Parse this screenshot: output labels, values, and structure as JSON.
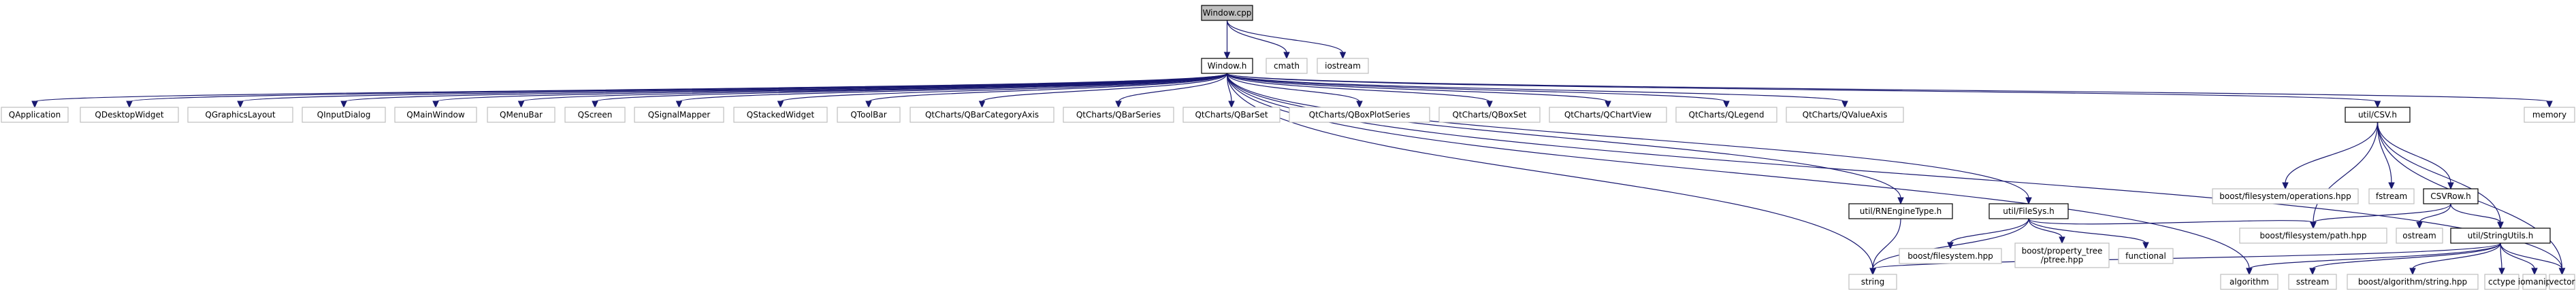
{
  "diagram": {
    "type": "include-dependency-graph",
    "colors": {
      "edge": "#191970",
      "root_fill": "#bfbfbf",
      "border_documented": "#000000",
      "border_external": "#bfbfbf"
    },
    "nodes": [
      {
        "id": "window_cpp",
        "label": [
          "Window.cpp"
        ],
        "kind": "root"
      },
      {
        "id": "window_h",
        "label": [
          "Window.h"
        ],
        "kind": "doc"
      },
      {
        "id": "cmath",
        "label": [
          "cmath"
        ],
        "kind": "ext"
      },
      {
        "id": "iostream",
        "label": [
          "iostream"
        ],
        "kind": "ext"
      },
      {
        "id": "qapplication",
        "label": [
          "QApplication"
        ],
        "kind": "ext"
      },
      {
        "id": "qdesktopwidget",
        "label": [
          "QDesktopWidget"
        ],
        "kind": "ext"
      },
      {
        "id": "qgraphicslayout",
        "label": [
          "QGraphicsLayout"
        ],
        "kind": "ext"
      },
      {
        "id": "qinputdialog",
        "label": [
          "QInputDialog"
        ],
        "kind": "ext"
      },
      {
        "id": "qmainwindow",
        "label": [
          "QMainWindow"
        ],
        "kind": "ext"
      },
      {
        "id": "qmenubar",
        "label": [
          "QMenuBar"
        ],
        "kind": "ext"
      },
      {
        "id": "qscreen",
        "label": [
          "QScreen"
        ],
        "kind": "ext"
      },
      {
        "id": "qsignalmapper",
        "label": [
          "QSignalMapper"
        ],
        "kind": "ext"
      },
      {
        "id": "qstackedwidget",
        "label": [
          "QStackedWidget"
        ],
        "kind": "ext"
      },
      {
        "id": "qtoolbar",
        "label": [
          "QToolBar"
        ],
        "kind": "ext"
      },
      {
        "id": "qbarcategoryaxis",
        "label": [
          "QtCharts/QBarCategoryAxis"
        ],
        "kind": "ext"
      },
      {
        "id": "qbarseries",
        "label": [
          "QtCharts/QBarSeries"
        ],
        "kind": "ext"
      },
      {
        "id": "qbarset",
        "label": [
          "QtCharts/QBarSet"
        ],
        "kind": "ext"
      },
      {
        "id": "qboxplotseries",
        "label": [
          "QtCharts/QBoxPlotSeries"
        ],
        "kind": "ext"
      },
      {
        "id": "qboxset",
        "label": [
          "QtCharts/QBoxSet"
        ],
        "kind": "ext"
      },
      {
        "id": "qchartview",
        "label": [
          "QtCharts/QChartView"
        ],
        "kind": "ext"
      },
      {
        "id": "qlegend",
        "label": [
          "QtCharts/QLegend"
        ],
        "kind": "ext"
      },
      {
        "id": "qvalueaxis",
        "label": [
          "QtCharts/QValueAxis"
        ],
        "kind": "ext"
      },
      {
        "id": "memory",
        "label": [
          "memory"
        ],
        "kind": "ext"
      },
      {
        "id": "csv_h",
        "label": [
          "util/CSV.h"
        ],
        "kind": "doc"
      },
      {
        "id": "rnengine_h",
        "label": [
          "util/RNEngineType.h"
        ],
        "kind": "doc"
      },
      {
        "id": "filesys_h",
        "label": [
          "util/FileSys.h"
        ],
        "kind": "doc"
      },
      {
        "id": "boost_fs_ops",
        "label": [
          "boost/filesystem/operations.hpp"
        ],
        "kind": "ext"
      },
      {
        "id": "fstream",
        "label": [
          "fstream"
        ],
        "kind": "ext"
      },
      {
        "id": "csvrow_h",
        "label": [
          "CSVRow.h"
        ],
        "kind": "doc"
      },
      {
        "id": "boost_fs",
        "label": [
          "boost/filesystem.hpp"
        ],
        "kind": "ext"
      },
      {
        "id": "boost_ptree",
        "label": [
          "boost/property_tree",
          "/ptree.hpp"
        ],
        "kind": "ext"
      },
      {
        "id": "functional",
        "label": [
          "functional"
        ],
        "kind": "ext"
      },
      {
        "id": "boost_fs_path",
        "label": [
          "boost/filesystem/path.hpp"
        ],
        "kind": "ext"
      },
      {
        "id": "ostream",
        "label": [
          "ostream"
        ],
        "kind": "ext"
      },
      {
        "id": "stringutils_h",
        "label": [
          "util/StringUtils.h"
        ],
        "kind": "doc"
      },
      {
        "id": "string",
        "label": [
          "string"
        ],
        "kind": "ext"
      },
      {
        "id": "algorithm",
        "label": [
          "algorithm"
        ],
        "kind": "ext"
      },
      {
        "id": "sstream",
        "label": [
          "sstream"
        ],
        "kind": "ext"
      },
      {
        "id": "boost_alg_string",
        "label": [
          "boost/algorithm/string.hpp"
        ],
        "kind": "ext"
      },
      {
        "id": "cctype",
        "label": [
          "cctype"
        ],
        "kind": "ext"
      },
      {
        "id": "iomanip",
        "label": [
          "iomanip"
        ],
        "kind": "ext"
      },
      {
        "id": "vector",
        "label": [
          "vector"
        ],
        "kind": "ext"
      }
    ],
    "edges": [
      [
        "window_cpp",
        "window_h"
      ],
      [
        "window_cpp",
        "cmath"
      ],
      [
        "window_cpp",
        "iostream"
      ],
      [
        "window_h",
        "qapplication"
      ],
      [
        "window_h",
        "qdesktopwidget"
      ],
      [
        "window_h",
        "qgraphicslayout"
      ],
      [
        "window_h",
        "qinputdialog"
      ],
      [
        "window_h",
        "qmainwindow"
      ],
      [
        "window_h",
        "qmenubar"
      ],
      [
        "window_h",
        "qscreen"
      ],
      [
        "window_h",
        "qsignalmapper"
      ],
      [
        "window_h",
        "qstackedwidget"
      ],
      [
        "window_h",
        "qtoolbar"
      ],
      [
        "window_h",
        "qbarcategoryaxis"
      ],
      [
        "window_h",
        "qbarseries"
      ],
      [
        "window_h",
        "qbarset"
      ],
      [
        "window_h",
        "qboxplotseries"
      ],
      [
        "window_h",
        "qboxset"
      ],
      [
        "window_h",
        "qchartview"
      ],
      [
        "window_h",
        "qlegend"
      ],
      [
        "window_h",
        "qvalueaxis"
      ],
      [
        "window_h",
        "memory"
      ],
      [
        "window_h",
        "csv_h"
      ],
      [
        "window_h",
        "rnengine_h"
      ],
      [
        "window_h",
        "filesys_h"
      ],
      [
        "window_h",
        "string"
      ],
      [
        "window_h",
        "algorithm"
      ],
      [
        "window_h",
        "vector"
      ],
      [
        "csv_h",
        "boost_fs_ops"
      ],
      [
        "csv_h",
        "fstream"
      ],
      [
        "csv_h",
        "csvrow_h"
      ],
      [
        "csv_h",
        "boost_fs_path"
      ],
      [
        "csv_h",
        "stringutils_h"
      ],
      [
        "csv_h",
        "vector"
      ],
      [
        "rnengine_h",
        "string"
      ],
      [
        "filesys_h",
        "boost_fs"
      ],
      [
        "filesys_h",
        "boost_ptree"
      ],
      [
        "filesys_h",
        "functional"
      ],
      [
        "filesys_h",
        "boost_fs_path"
      ],
      [
        "filesys_h",
        "string"
      ],
      [
        "csvrow_h",
        "ostream"
      ],
      [
        "csvrow_h",
        "stringutils_h"
      ],
      [
        "csvrow_h",
        "boost_fs_path"
      ],
      [
        "stringutils_h",
        "string"
      ],
      [
        "stringutils_h",
        "algorithm"
      ],
      [
        "stringutils_h",
        "sstream"
      ],
      [
        "stringutils_h",
        "boost_alg_string"
      ],
      [
        "stringutils_h",
        "cctype"
      ],
      [
        "stringutils_h",
        "iomanip"
      ],
      [
        "stringutils_h",
        "vector"
      ]
    ]
  }
}
